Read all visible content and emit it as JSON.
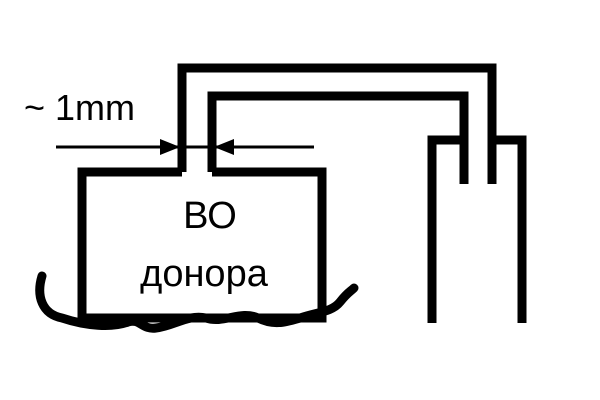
{
  "diagram": {
    "gap_label": "~ 1mm",
    "vessel_label_line1": "ВО",
    "vessel_label_line2": "донора"
  }
}
